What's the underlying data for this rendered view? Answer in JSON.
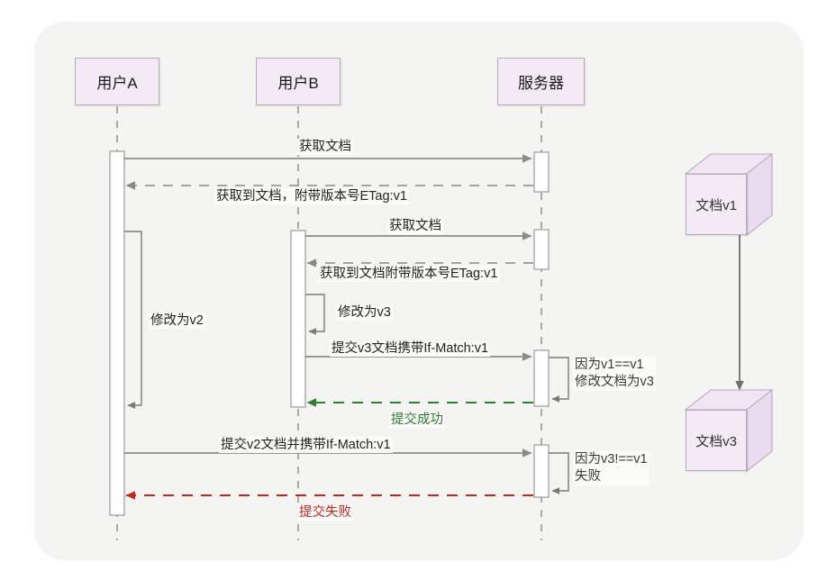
{
  "diagram": {
    "type": "sequence-diagram",
    "background_color": "#f4f4f2",
    "participants": [
      {
        "id": "userA",
        "label": "用户A"
      },
      {
        "id": "userB",
        "label": "用户B"
      },
      {
        "id": "server",
        "label": "服务器"
      }
    ],
    "messages": [
      {
        "id": "m1",
        "from": "userA",
        "to": "server",
        "label": "获取文档",
        "style": "solid",
        "color": "#7a7a7a"
      },
      {
        "id": "m2",
        "from": "server",
        "to": "userA",
        "label": "获取到文档，附带版本号ETag:v1",
        "style": "dashed",
        "color": "#7a7a7a"
      },
      {
        "id": "m3",
        "from": "userB",
        "to": "server",
        "label": "获取文档",
        "style": "solid",
        "color": "#7a7a7a"
      },
      {
        "id": "m4",
        "from": "server",
        "to": "userB",
        "label": "获取到文档附带版本号ETag:v1",
        "style": "dashed",
        "color": "#7a7a7a"
      },
      {
        "id": "m5",
        "from": "userA",
        "to": "userA",
        "label": "修改为v2",
        "style": "solid",
        "color": "#7a7a7a"
      },
      {
        "id": "m6",
        "from": "userB",
        "to": "userB",
        "label": "修改为v3",
        "style": "solid",
        "color": "#7a7a7a"
      },
      {
        "id": "m7",
        "from": "userB",
        "to": "server",
        "label": "提交v3文档携带If-Match:v1",
        "style": "solid",
        "color": "#7a7a7a"
      },
      {
        "id": "m8",
        "from": "server",
        "to": "server",
        "label": "因为v1==v1\n修改文档为v3",
        "style": "solid",
        "color": "#7a7a7a"
      },
      {
        "id": "m9",
        "from": "server",
        "to": "userB",
        "label": "提交成功",
        "style": "dashed",
        "color": "#2e7d32"
      },
      {
        "id": "m10",
        "from": "userA",
        "to": "server",
        "label": "提交v2文档并携带If-Match:v1",
        "style": "solid",
        "color": "#7a7a7a"
      },
      {
        "id": "m11",
        "from": "server",
        "to": "server",
        "label": "因为v3!==v1\n失败",
        "style": "solid",
        "color": "#7a7a7a"
      },
      {
        "id": "m12",
        "from": "server",
        "to": "userA",
        "label": "提交失败",
        "style": "dashed",
        "color": "#c0281c"
      }
    ],
    "labels": {
      "get_doc_1": "获取文档",
      "got_doc_1": "获取到文档，附带版本号ETag:v1",
      "get_doc_2": "获取文档",
      "got_doc_2": "获取到文档附带版本号ETag:v1",
      "modify_v2": "修改为v2",
      "modify_v3": "修改为v3",
      "submit_v3": "提交v3文档携带If-Match:v1",
      "note_ok_line1": "因为v1==v1",
      "note_ok_line2": "修改文档为v3",
      "submit_success": "提交成功",
      "submit_v2": "提交v2文档并携带If-Match:v1",
      "note_fail_line1": "因为v3!==v1",
      "note_fail_line2": "失败",
      "submit_failed": "提交失败"
    },
    "artifacts": [
      {
        "id": "docv1",
        "label": "文档v1"
      },
      {
        "id": "docv3",
        "label": "文档v3"
      }
    ],
    "colors": {
      "lifeline": "#7a7a7a",
      "activation_fill": "#ffffff",
      "activation_stroke": "#9b9b9b",
      "participant_fill": "#f4eaf6",
      "participant_stroke": "#b8a9bd",
      "success": "#2e7d32",
      "failure": "#c0281c",
      "canvas": "#f4f4f2"
    }
  }
}
